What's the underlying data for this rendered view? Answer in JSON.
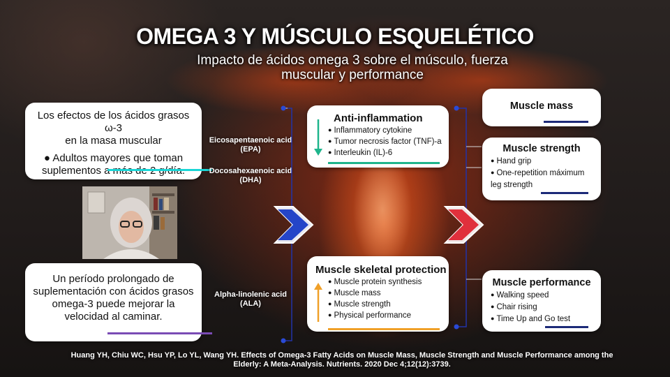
{
  "header": {
    "title": "OMEGA 3 Y MÚSCULO ESQUELÉTICO",
    "subtitle": "Impacto de ácidos omega 3 sobre el músculo, fuerza muscular y performance"
  },
  "left": {
    "card1": {
      "line1": "Los efectos de los ácidos grasos ω-3",
      "line2": "en la masa muscular",
      "bullet": "Adultos mayores  que toman suplementos a más de 2 g/día."
    },
    "card2": {
      "text": "Un período prolongado de suplementación con ácidos grasos omega-3 puede mejorar la velocidad al caminar."
    }
  },
  "acids": {
    "epa": "Eicosapentaenoic acid (EPA)",
    "dha": "Docosahexaenoic acid (DHA)",
    "ala": "Alpha-linolenic acid (ALA)"
  },
  "middle": {
    "anti": {
      "title": "Anti-inflammation",
      "items": [
        "Inflammatory cytokine",
        "Tumor necrosis factor (TNF)-a",
        "Interleukin (IL)-6"
      ]
    },
    "protect": {
      "title": "Muscle skeletal protection",
      "items": [
        "Muscle protein synthesis",
        "Muscle mass",
        "Muscle strength",
        "Physical performance"
      ]
    }
  },
  "right": {
    "mass": {
      "title": "Muscle mass"
    },
    "strength": {
      "title": "Muscle strength",
      "items": [
        "Hand grip",
        "One-repetition máximum leg strength"
      ]
    },
    "performance": {
      "title": "Muscle performance",
      "items": [
        "Walking speed",
        "Chair rising",
        "Time Up and Go test"
      ]
    }
  },
  "footer": {
    "citation": "Huang YH, Chiu WC, Hsu YP, Lo YL, Wang YH. Effects of Omega-3 Fatty Acids on Muscle Mass, Muscle Strength and Muscle Performance among the Elderly: A Meta-Analysis. Nutrients. 2020 Dec 4;12(12):3739."
  },
  "colors": {
    "cyan": "#1ad6d6",
    "purple": "#7a4bb5",
    "teal": "#1eb58c",
    "orange": "#f0a028",
    "navy": "#1c2a78",
    "chevron_blue": "#2545c8",
    "chevron_red": "#e0303c"
  }
}
